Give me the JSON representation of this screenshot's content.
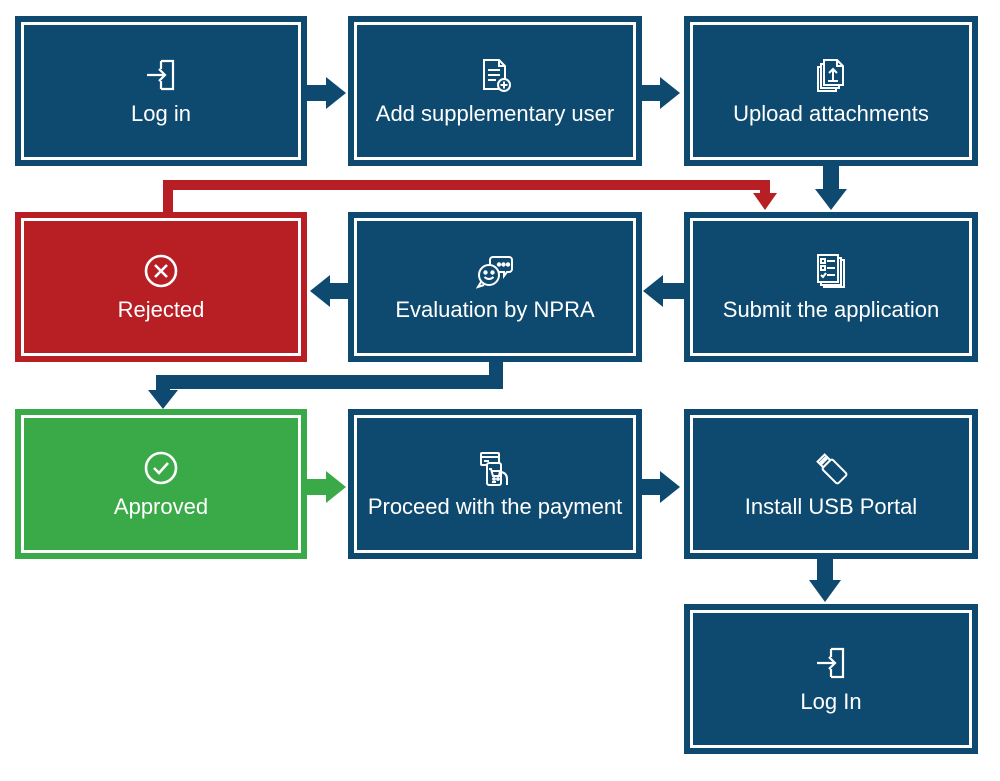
{
  "colors": {
    "blue": "#0e4a6f",
    "red": "#b81f24",
    "green": "#3aaa49"
  },
  "steps": {
    "login": {
      "label": "Log in",
      "icon": "login-icon"
    },
    "supp": {
      "label": "Add supplementary user",
      "icon": "document-add-icon"
    },
    "upload": {
      "label": "Upload attachments",
      "icon": "upload-documents-icon"
    },
    "rejected": {
      "label": "Rejected",
      "icon": "x-circle-icon"
    },
    "evaluation": {
      "label": "Evaluation by NPRA",
      "icon": "chat-smiley-icon"
    },
    "submit": {
      "label": "Submit the application",
      "icon": "checklist-document-icon"
    },
    "approved": {
      "label": "Approved",
      "icon": "check-circle-icon"
    },
    "payment": {
      "label": "Proceed with the payment",
      "icon": "mobile-payment-icon"
    },
    "usb": {
      "label": "Install USB Portal",
      "icon": "usb-drive-icon"
    },
    "login2": {
      "label": "Log In",
      "icon": "login-icon"
    }
  }
}
